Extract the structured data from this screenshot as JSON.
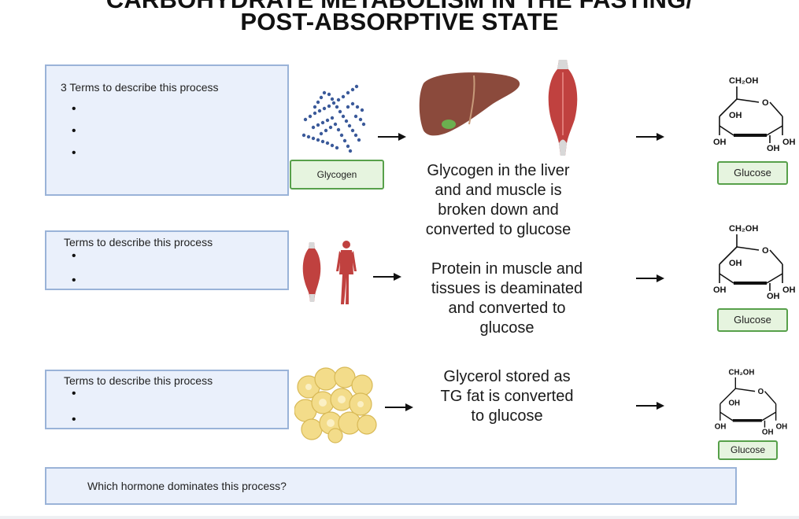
{
  "title": {
    "line1": "CARBOHYDRATE METABOLISM IN THE FASTING/",
    "line2": "POST-ABSORPTIVE STATE"
  },
  "rows": [
    {
      "prompt": "3 Terms to describe this process",
      "bullets": [
        "•",
        "•",
        "•"
      ],
      "source_label": "Glycogen",
      "description": [
        "Glycogen in the liver",
        "and and muscle is",
        "broken down and",
        "converted to glucose"
      ],
      "product_label": "Glucose"
    },
    {
      "prompt": "Terms to describe this process",
      "bullets": [
        "•",
        "•"
      ],
      "description": [
        "Protein in muscle and",
        "tissues is deaminated",
        "and converted to",
        "glucose"
      ],
      "product_label": "Glucose"
    },
    {
      "prompt": "Terms to describe this process",
      "bullets": [
        "•",
        "•"
      ],
      "description": [
        "Glycerol stored as",
        "TG fat is converted",
        "to glucose"
      ],
      "product_label": "Glucose"
    }
  ],
  "glucose_structure": {
    "ch2oh": "CH₂OH",
    "ring_o": "O",
    "oh": "OH"
  },
  "hormone_question": "Which hormone dominates this process?",
  "colors": {
    "box_fill": "#eaf0fb",
    "box_border": "#9ab3d8",
    "tag_fill": "#e6f4df",
    "tag_border": "#57a04a",
    "liver": "#8b4a3c",
    "muscle": "#c0413f",
    "fat": "#f3dc8a",
    "glycogen": "#3b5a9a"
  }
}
